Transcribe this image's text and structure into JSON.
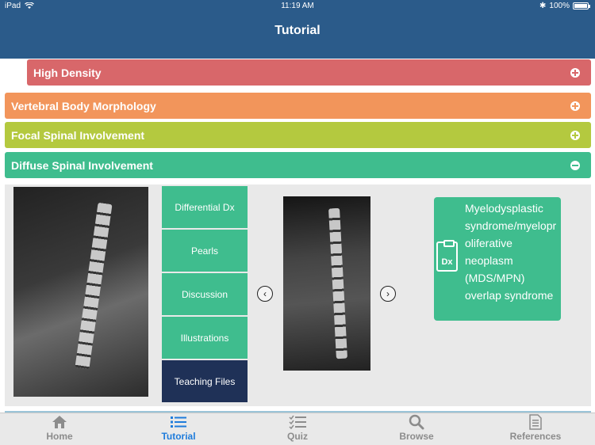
{
  "status": {
    "device": "iPad",
    "time": "11:19 AM",
    "battery": "100%"
  },
  "nav": {
    "title": "Tutorial"
  },
  "accordion": {
    "high_density": "High Density",
    "vertebral": "Vertebral Body Morphology",
    "focal": "Focal Spinal Involvement",
    "diffuse": "Diffuse Spinal Involvement"
  },
  "tabs": [
    "Differential Dx",
    "Pearls",
    "Discussion",
    "Illustrations",
    "Teaching Files"
  ],
  "dx": {
    "icon_label": "Dx",
    "text": "Myelodysplastic syndrome/myeloproliferative neoplasm (MDS/MPN) overlap syndrome"
  },
  "tabbar": [
    "Home",
    "Tutorial",
    "Quiz",
    "Browse",
    "References"
  ],
  "colors": {
    "nav": "#2b5b8a",
    "red": "#d8676a",
    "orange": "#f2955b",
    "lime": "#b4c93f",
    "green": "#3fbd8e",
    "navy": "#1f3157",
    "active_tab": "#1f7cdb"
  }
}
